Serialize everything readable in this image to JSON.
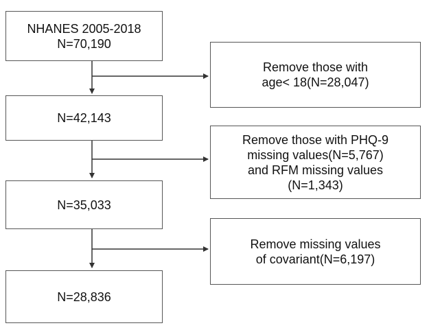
{
  "diagram": {
    "main_boxes": [
      {
        "lines": [
          "NHANES 2005-2018",
          "N=70,190"
        ]
      },
      {
        "lines": [
          "N=42,143"
        ]
      },
      {
        "lines": [
          "N=35,033"
        ]
      },
      {
        "lines": [
          "N=28,836"
        ]
      }
    ],
    "side_boxes": [
      {
        "lines": [
          "Remove those with",
          "age< 18(N=28,047)"
        ]
      },
      {
        "lines": [
          "Remove those with PHQ-9",
          "missing values(N=5,767)",
          "and RFM missing values",
          "(N=1,343)"
        ]
      },
      {
        "lines": [
          "Remove missing values",
          "of covariant(N=6,197)"
        ]
      }
    ],
    "colors": {
      "border": "#555555",
      "arrow": "#333333",
      "background": "#ffffff",
      "text": "#111111"
    }
  }
}
